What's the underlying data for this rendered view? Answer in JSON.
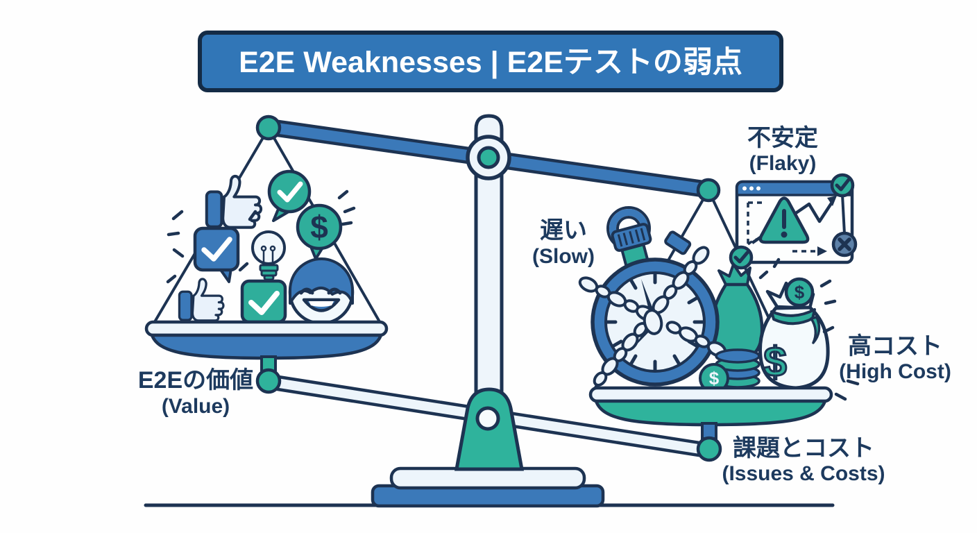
{
  "title": "E2E Weaknesses | E2Eテストの弱点",
  "left_pan": {
    "label_jp": "E2Eの価値",
    "label_en": "(Value)",
    "icons": [
      "thumbs-up-large",
      "check-speech-bubble-teal",
      "check-speech-bubble-blue",
      "dollar-speech-bubble",
      "lightbulb",
      "thumbs-up-small",
      "check-square",
      "smiley-face"
    ]
  },
  "right_pan": {
    "label_jp": "課題とコスト",
    "label_en": "(Issues & Costs)",
    "icons": [
      "stopwatch-wrapped-in-chains",
      "flaky-test-chart-window",
      "money-bag-teal",
      "money-bag-white",
      "coin-stack"
    ]
  },
  "annotations": {
    "slow_jp": "遅い",
    "slow_en": "(Slow)",
    "flaky_jp": "不安定",
    "flaky_en": "(Flaky)",
    "high_cost_jp": "高コスト",
    "high_cost_en": "(High Cost)"
  },
  "glyphs": {
    "dollar": "$"
  },
  "colors": {
    "banner_blue": "#3176b7",
    "blue": "#3b79b9",
    "teal": "#2fae9b",
    "outline_navy": "#1d3352",
    "light_fill": "#edf5fb",
    "text_navy": "#1d3a5e",
    "x_circle_slate": "#5d81a8",
    "background": "#fefefe"
  }
}
